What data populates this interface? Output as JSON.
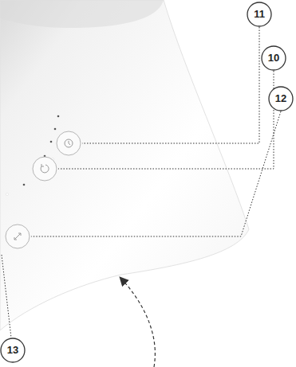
{
  "diagram": {
    "labels": [
      "11",
      "10",
      "12",
      "13"
    ]
  }
}
